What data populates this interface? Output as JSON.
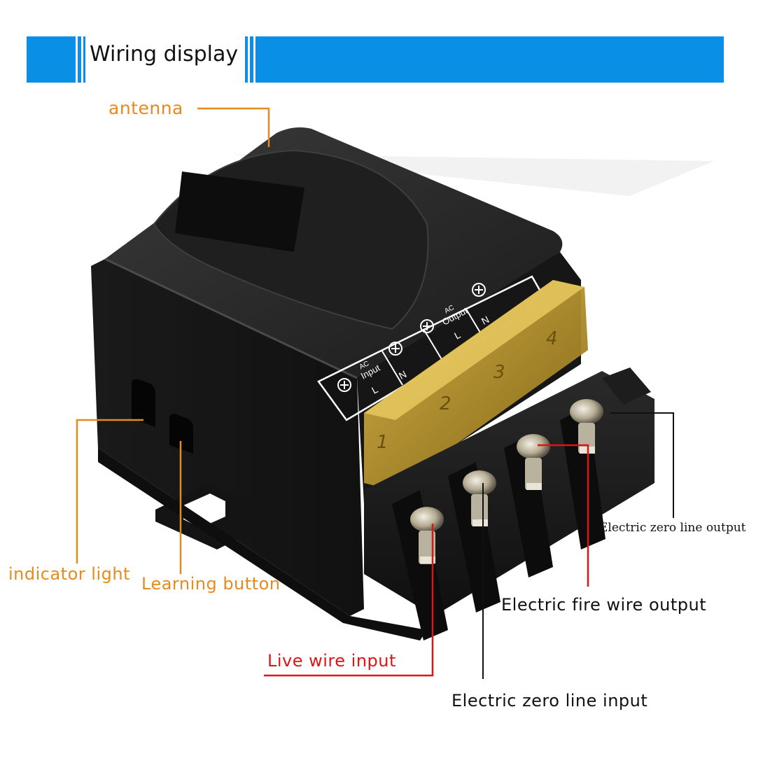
{
  "banner": {
    "title": "Wiring display",
    "accent_color": "#0a8fe6"
  },
  "device": {
    "cover_numbers": [
      "1",
      "2",
      "3",
      "4"
    ],
    "input_panel": {
      "heading_top": "AC",
      "heading": "Input",
      "left": "L",
      "right": "N"
    },
    "output_panel": {
      "heading_top": "AC",
      "heading": "Output",
      "left": "L",
      "right": "N"
    }
  },
  "labels": {
    "antenna": "antenna",
    "indicator_light": "indicator light",
    "learning_button": "Learning button",
    "live_wire_input": "Live wire input",
    "zero_line_input": "Electric zero line input",
    "fire_wire_output": "Electric fire wire output",
    "zero_line_output": "Electric zero line output"
  },
  "colors": {
    "label_orange": "#e58a1f",
    "label_red": "#e01414",
    "label_black": "#111111"
  }
}
